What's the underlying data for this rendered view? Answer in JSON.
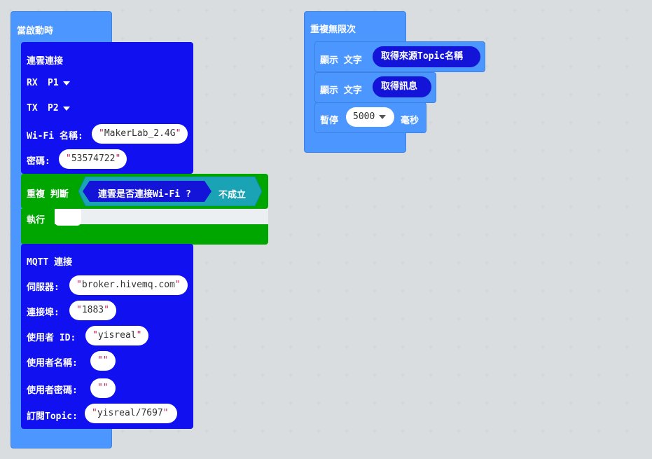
{
  "colors": {
    "event": "#4c97ff",
    "iot": "#1010f0",
    "loop": "#00a600",
    "reporter_dark": "#1414d8",
    "logic": "#1aa3b5",
    "basic": "#4c97ff"
  },
  "start_block": {
    "title": "當啟動時",
    "wifi": {
      "title": "連雲連接",
      "rx_label": "RX",
      "rx_value": "P1",
      "tx_label": "TX",
      "tx_value": "P2",
      "ssid_label": "Wi-Fi 名稱:",
      "ssid_value": "MakerLab_2.4G",
      "password_label": "密碼:",
      "password_value": "53574722"
    },
    "repeat": {
      "label": "重複 判斷",
      "condition": "連雲是否連接Wi-Fi ?",
      "not_label": "不成立",
      "do_label": "執行"
    },
    "mqtt": {
      "title": "MQTT 連接",
      "server_label": "伺服器:",
      "server_value": "broker.hivemq.com",
      "port_label": "連接埠:",
      "port_value": "1883",
      "user_id_label": "使用者 ID:",
      "user_id_value": "yisreal",
      "username_label": "使用者名稱:",
      "username_value": "",
      "userpass_label": "使用者密碼:",
      "userpass_value": "",
      "topic_label": "訂閱Topic:",
      "topic_value": "yisreal/7697"
    }
  },
  "forever_block": {
    "title": "重複無限次",
    "show1_label": "顯示 文字",
    "show1_value": "取得來源Topic名稱",
    "show2_label": "顯示 文字",
    "show2_value": "取得訊息",
    "pause_label": "暫停",
    "pause_value": "5000",
    "pause_unit": "毫秒"
  }
}
